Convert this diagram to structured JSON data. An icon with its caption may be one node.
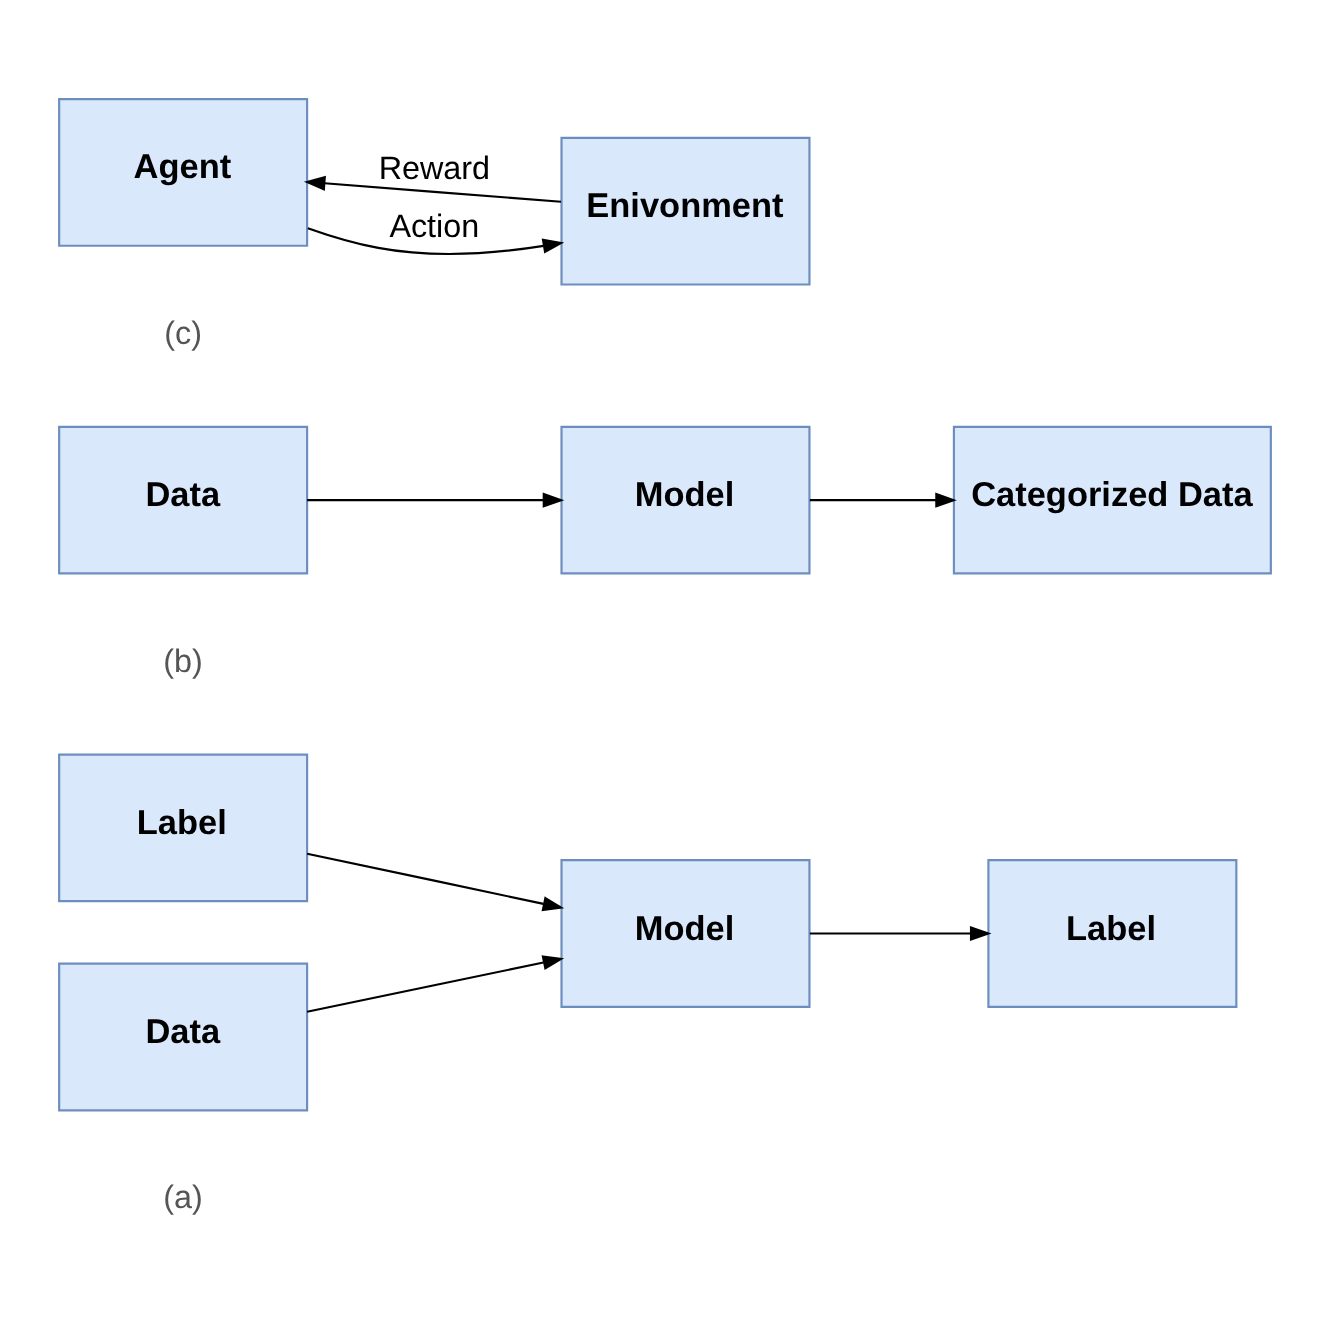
{
  "diagram": {
    "nodes": [
      {
        "text": [
          "Label"
        ]
      },
      {
        "text": [
          "Data"
        ]
      },
      {
        "text": [
          "Model"
        ]
      },
      {
        "text": [
          "Label"
        ]
      },
      {
        "text": [
          "Data"
        ]
      },
      {
        "text": [
          "Model"
        ]
      },
      {
        "text": [
          "Categorized Data"
        ]
      },
      {
        "text": [
          "Agent"
        ]
      },
      {
        "text": [
          "Enivonment"
        ]
      }
    ],
    "edges": [
      {
        "from": 0,
        "to": 2,
        "arrow": "to"
      },
      {
        "from": 1,
        "to": 2,
        "arrow": "to"
      },
      {
        "from": 2,
        "to": 3,
        "arrow": "to"
      },
      {
        "from": 4,
        "to": 5,
        "arrow": "to"
      },
      {
        "from": 5,
        "to": 6,
        "arrow": "to"
      },
      {
        "from": 8,
        "to": 7,
        "arrow": "to",
        "label": "Reward"
      },
      {
        "from": 7,
        "to": 8,
        "arrow": "to",
        "label": "Action"
      }
    ],
    "labels": [
      "(a)",
      "(b)",
      "(c)"
    ]
  }
}
